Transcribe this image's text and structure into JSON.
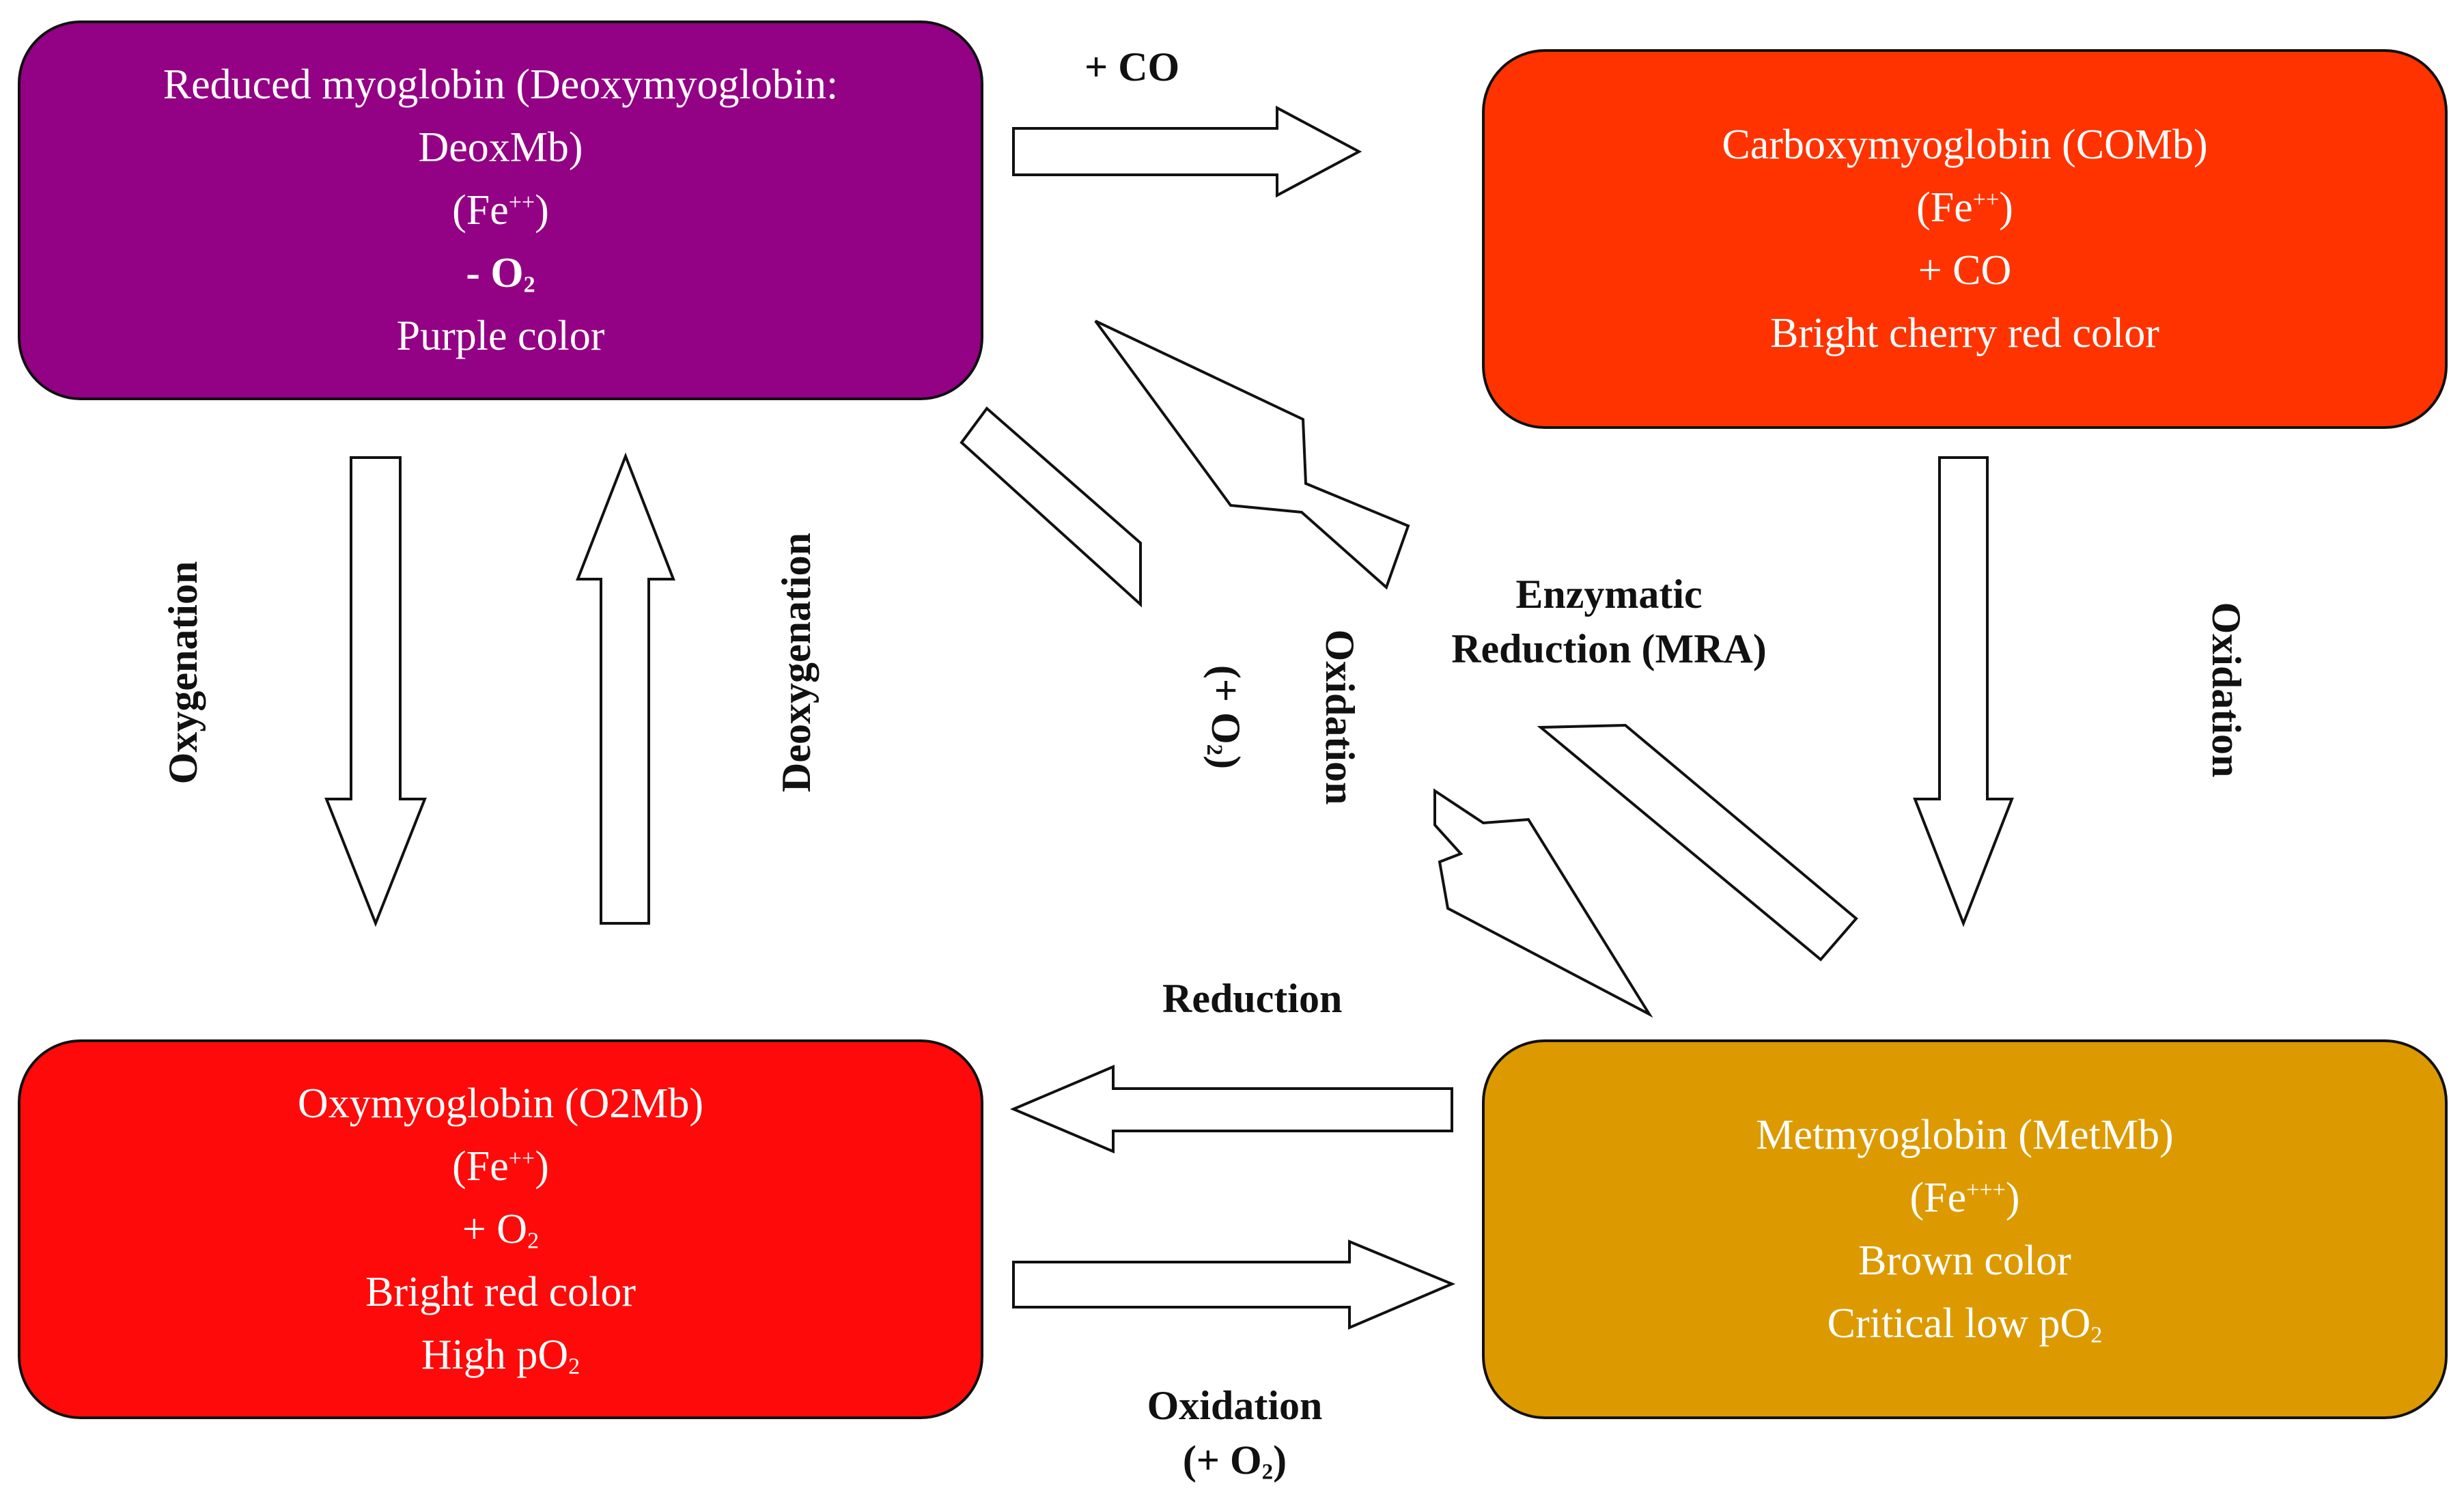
{
  "colors": {
    "deoxy": "#930184",
    "carboxy": "#ff3300",
    "oxy": "#ff0a0a",
    "met": "#dc9a00"
  },
  "boxes": {
    "deoxy": {
      "name": "Reduced myoglobin (Deoxymyoglobin:",
      "name2": "DeoxMb)",
      "fe_base": "(Fe",
      "fe_charge": "++",
      "fe_close": ")",
      "o2_prefix": "- O",
      "o2_sub": "2",
      "color_text": "Purple color"
    },
    "carboxy": {
      "name": "Carboxymyoglobin (COMb)",
      "fe_base": "(Fe",
      "fe_charge": "++",
      "fe_close": ")",
      "ligand": "+ CO",
      "color_text": "Bright cherry red color"
    },
    "oxy": {
      "name": "Oxymyoglobin (O2Mb)",
      "fe_base": "(Fe",
      "fe_charge": "++",
      "fe_close": ")",
      "o2_prefix": "+ O",
      "o2_sub": "2",
      "color_text": "Bright red color",
      "po2_prefix": "High pO",
      "po2_sub": "2"
    },
    "met": {
      "name": "Metmyoglobin (MetMb)",
      "fe_base": "(Fe",
      "fe_charge": "+++",
      "fe_close": ")",
      "color_text": "Brown color",
      "po2_prefix": "Critical low pO",
      "po2_sub": "2"
    }
  },
  "labels": {
    "plus_co": "+ CO",
    "oxygenation": "Oxygenation",
    "deoxygenation": "Deoxygenation",
    "o2_paren_prefix": "(+ O",
    "o2_paren_sub": "2",
    "o2_paren_suffix": ")",
    "oxidation_diag": "Oxidation",
    "enzymatic_line1": "Enzymatic",
    "enzymatic_line2": "Reduction (MRA)",
    "oxidation_right": "Oxidation",
    "reduction": "Reduction",
    "oxidation_bottom": "Oxidation",
    "bottom_o2_prefix": "(+ O",
    "bottom_o2_sub": "2",
    "bottom_o2_suffix": ")"
  }
}
